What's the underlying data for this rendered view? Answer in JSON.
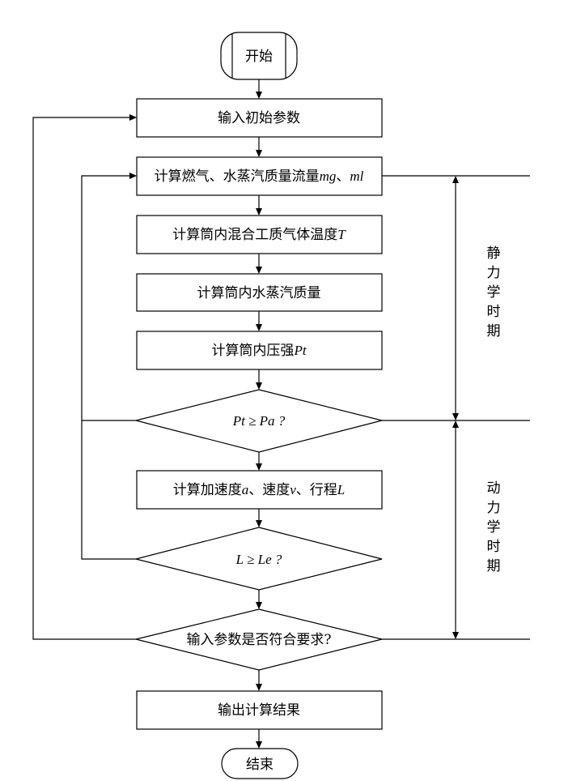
{
  "start": "开始",
  "end": "结束",
  "steps": {
    "input_params": "输入初始参数",
    "calc_gas_flow": [
      "计算燃气、水蒸汽质量流量",
      "mg",
      "、",
      "ml"
    ],
    "calc_temp": [
      "计算筒内混合工质气体温度",
      "T"
    ],
    "calc_vapor_mass": "计算筒内水蒸汽质量",
    "calc_pressure": [
      "计算筒内压强",
      "Pt"
    ],
    "calc_motion": [
      "计算加速度",
      "a",
      "、速度",
      "v",
      "、行程",
      "L"
    ],
    "output": "输出计算结果"
  },
  "decisions": {
    "pressure_check": [
      "Pt",
      " ≥ ",
      "Pa",
      " ?"
    ],
    "stroke_check": [
      "L",
      " ≥ ",
      "Le",
      " ?"
    ],
    "params_check": "输入参数是否符合要求?"
  },
  "phases": {
    "static": "静力学时期",
    "dynamic": "动力学时期"
  }
}
